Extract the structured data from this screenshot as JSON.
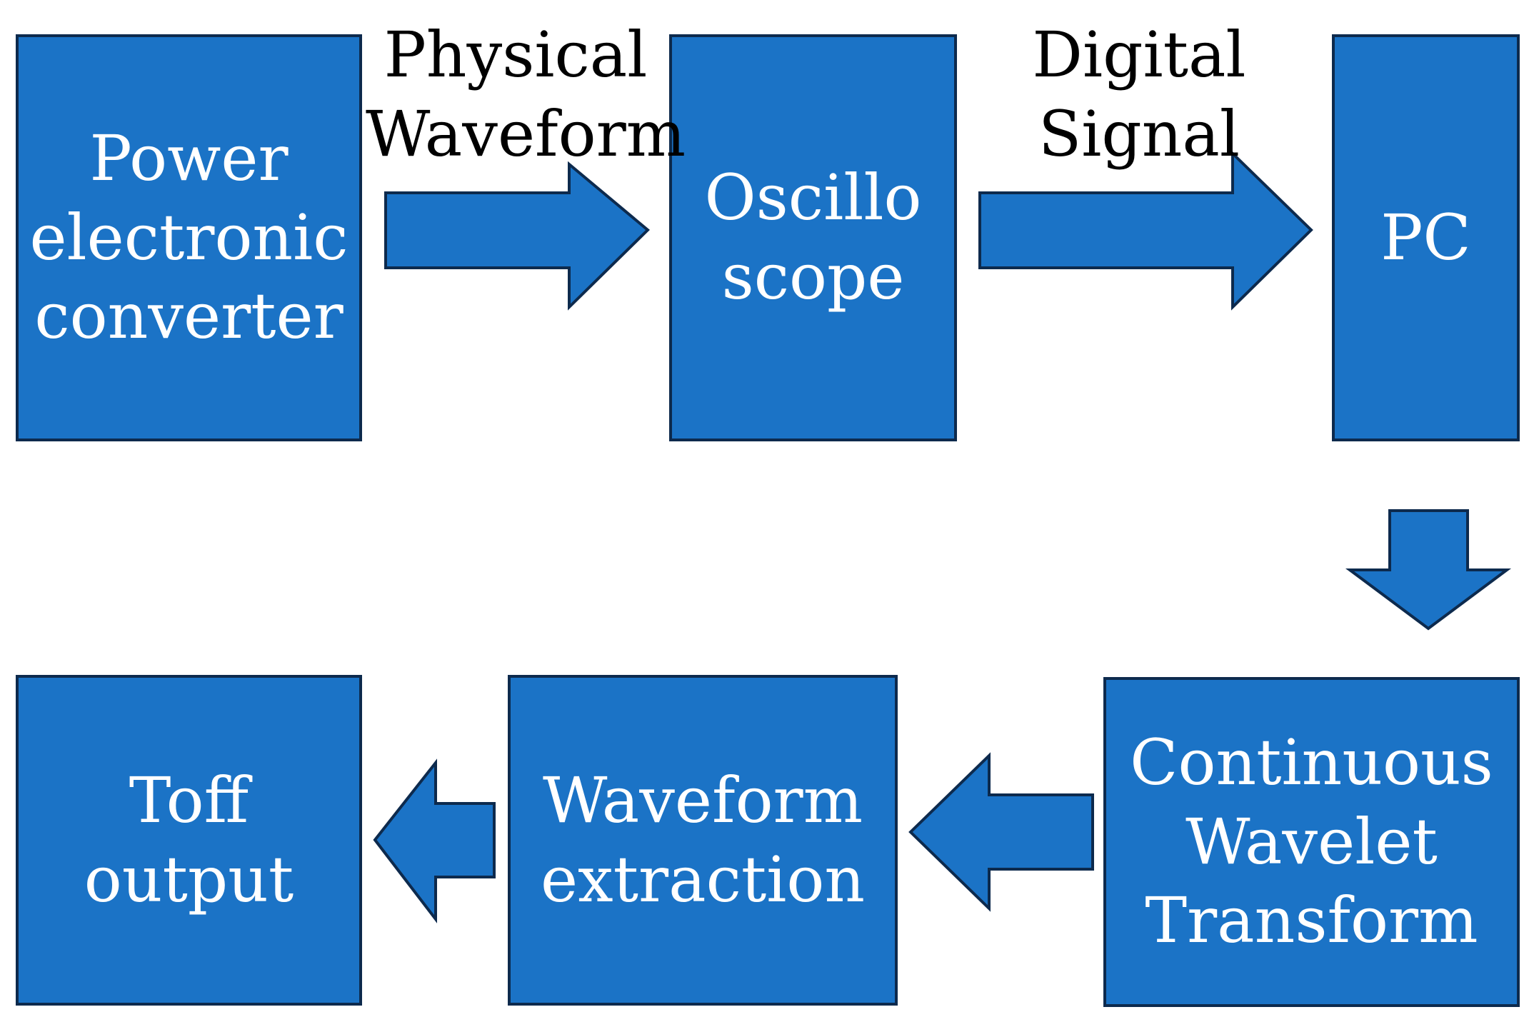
{
  "colors": {
    "box_fill": "#1b73c6",
    "box_border": "#0d2a4d",
    "box_text": "#ffffff",
    "label_text": "#000000"
  },
  "boxes": {
    "power_converter": [
      "Power",
      "electronic",
      "converter"
    ],
    "oscilloscope": [
      "Oscillo",
      "scope"
    ],
    "pc": [
      "PC"
    ],
    "cwt": [
      "Continuous",
      "Wavelet",
      "Transform"
    ],
    "waveform_extraction": [
      "Waveform",
      "extraction"
    ],
    "toff_output": [
      "Toff",
      "output"
    ]
  },
  "labels": {
    "physical_waveform": [
      "Physical",
      "Waveform"
    ],
    "digital_signal": [
      "Digital",
      "Signal"
    ]
  },
  "arrows": [
    {
      "from": "power_converter",
      "to": "oscilloscope",
      "direction": "right"
    },
    {
      "from": "oscilloscope",
      "to": "pc",
      "direction": "right"
    },
    {
      "from": "pc",
      "to": "cwt",
      "direction": "down"
    },
    {
      "from": "cwt",
      "to": "waveform_extraction",
      "direction": "left"
    },
    {
      "from": "waveform_extraction",
      "to": "toff_output",
      "direction": "left"
    }
  ]
}
